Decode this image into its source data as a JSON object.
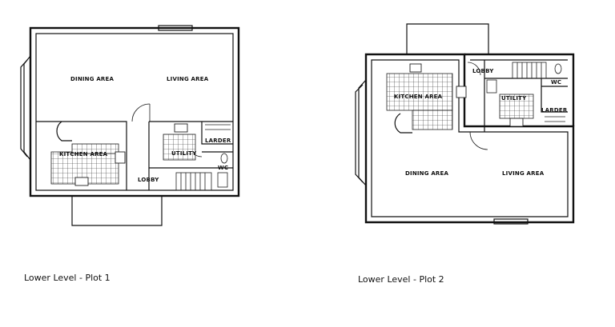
{
  "plot1": {
    "caption": "Lower Level - Plot 1",
    "rooms": {
      "dining": "DINING AREA",
      "living": "LIVING AREA",
      "kitchen": "KITCHEN AREA",
      "utility": "UTILITY",
      "larder": "LARDER",
      "wc": "WC",
      "lobby": "LOBBY"
    }
  },
  "plot2": {
    "caption": "Lower Level - Plot 2",
    "rooms": {
      "dining": "DINING AREA",
      "living": "LIVING AREA",
      "kitchen": "KITCHEN AREA",
      "utility": "UTILITY",
      "larder": "LARDER",
      "wc": "WC",
      "lobby": "LOBBY"
    }
  }
}
